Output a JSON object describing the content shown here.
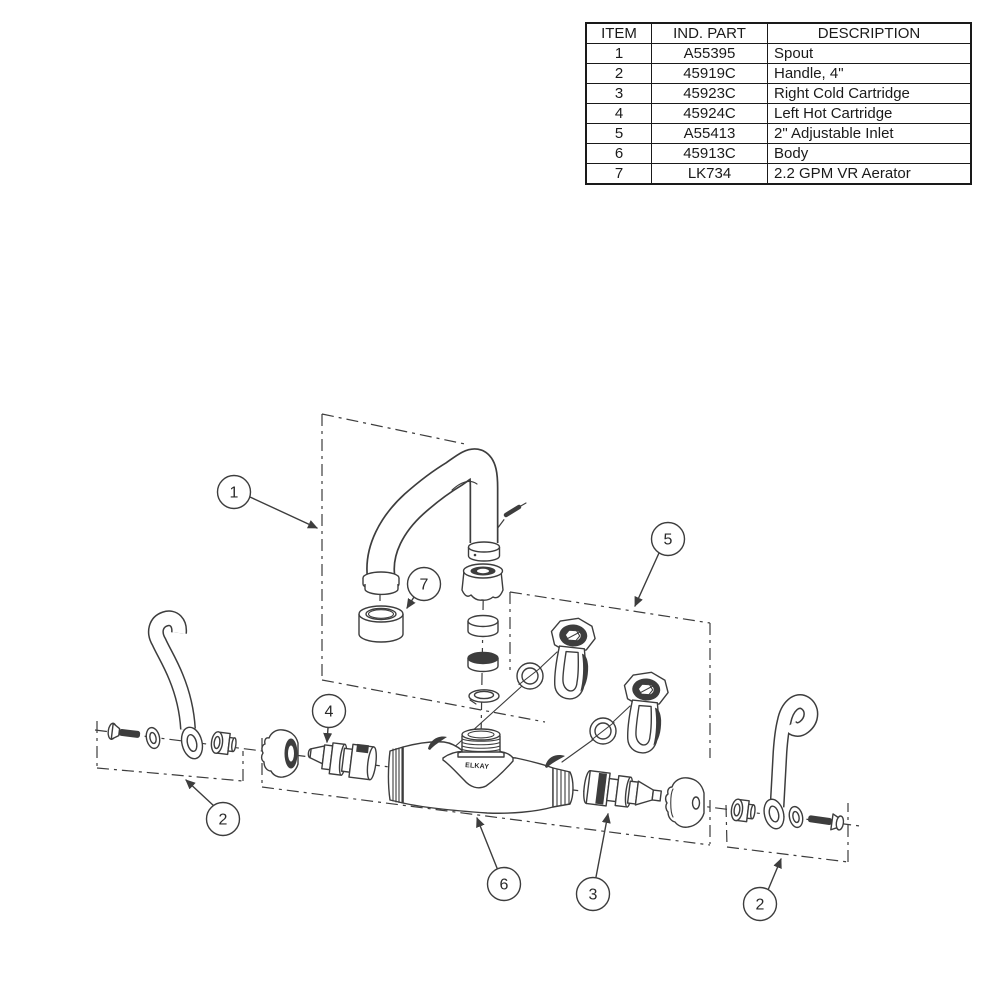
{
  "table": {
    "headers": [
      "ITEM",
      "IND. PART",
      "DESCRIPTION"
    ],
    "rows": [
      [
        "1",
        "A55395",
        "Spout"
      ],
      [
        "2",
        "45919C",
        "Handle, 4\""
      ],
      [
        "3",
        "45923C",
        "Right Cold Cartridge"
      ],
      [
        "4",
        "45924C",
        "Left Hot Cartridge"
      ],
      [
        "5",
        "A55413",
        "2\" Adjustable Inlet"
      ],
      [
        "6",
        "45913C",
        "Body"
      ],
      [
        "7",
        "LK734",
        "2.2 GPM VR Aerator"
      ]
    ]
  },
  "diagram": {
    "brand": "ELKAY",
    "callouts": {
      "spout": "1",
      "aerator": "7",
      "inlet": "5",
      "left_cartridge": "4",
      "left_handle": "2",
      "body": "6",
      "right_cartridge": "3",
      "right_handle": "2"
    },
    "colors": {
      "line": "#3d3d3d",
      "background": "#ffffff",
      "table_ink": "#1a1a1a"
    }
  }
}
